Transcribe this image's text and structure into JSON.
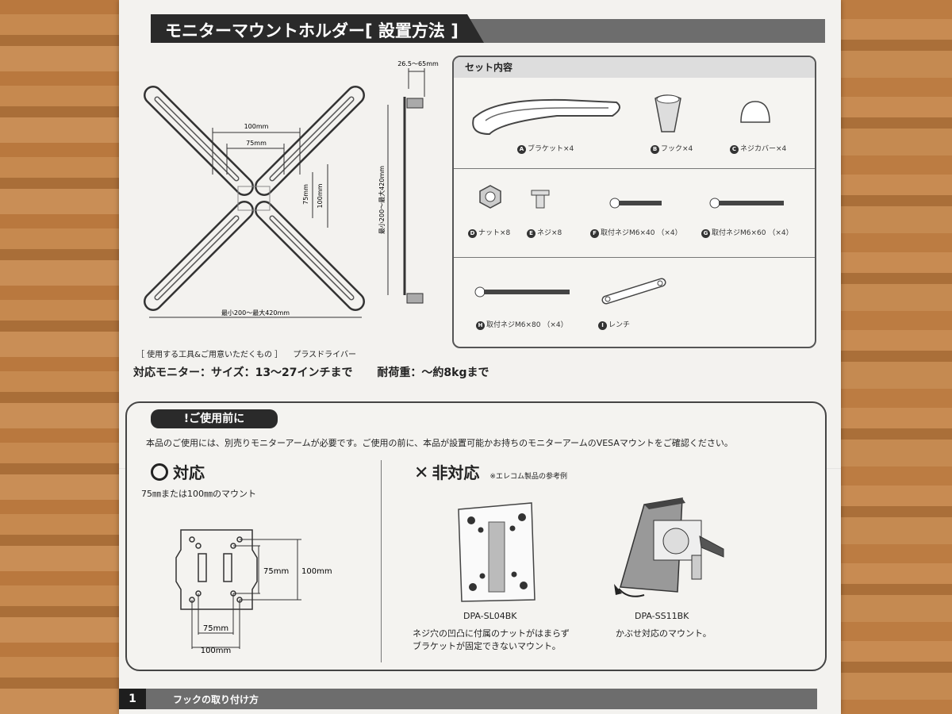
{
  "header": {
    "title": "モニターマウントホルダー",
    "bracket_open": "[",
    "subtitle": "設置方法",
    "bracket_close": "]"
  },
  "diagram": {
    "dim_100": "100mm",
    "dim_75": "75mm",
    "dim_75_v": "75mm",
    "dim_100_v": "100mm",
    "range_bottom": "最小200～最大420mm",
    "range_side": "最小200～最大420mm",
    "depth": "26.5～65mm"
  },
  "set_contents": {
    "heading": "セット内容",
    "parts": [
      {
        "letter": "A",
        "label": "ブラケット×4"
      },
      {
        "letter": "B",
        "label": "フック×4"
      },
      {
        "letter": "C",
        "label": "ネジカバー×4"
      },
      {
        "letter": "D",
        "label": "ナット×8"
      },
      {
        "letter": "E",
        "label": "ネジ×8"
      },
      {
        "letter": "F",
        "label": "取付ネジM6×40 （×4）"
      },
      {
        "letter": "G",
        "label": "取付ネジM6×60 （×4）"
      },
      {
        "letter": "H",
        "label": "取付ネジM6×80 （×4）"
      },
      {
        "letter": "I",
        "label": "レンチ"
      }
    ]
  },
  "tools": {
    "label": "［ 使用する工具&ご用意いただくもの ］",
    "value": "プラスドライバー"
  },
  "spec": {
    "monitor": "対応モニター：サイズ：13～27インチまで",
    "load": "耐荷重：～約8kgまで"
  },
  "before_use": {
    "tag": "!ご使用前に",
    "note": "本品のご使用には、別売りモニターアームが必要です。ご使用の前に、本品が設置可能かお持ちのモニターアームのVESAマウントをご確認ください。",
    "ok": {
      "title": "対応",
      "desc": "75㎜または100㎜のマウント",
      "dim_75_v": "75mm",
      "dim_100_v": "100mm",
      "dim_75_h": "75mm",
      "dim_100_h": "100mm"
    },
    "ng": {
      "title": "非対応",
      "note": "※エレコム製品の参考例",
      "item1_model": "DPA-SL04BK",
      "item1_desc_1": "ネジ穴の凹凸に付属のナットがはまらず",
      "item1_desc_2": "ブラケットが固定できないマウント。",
      "item2_model": "DPA-SS11BK",
      "item2_desc": "かぶせ対応のマウント。"
    }
  },
  "step": {
    "number": "1",
    "title": "フックの取り付け方"
  }
}
